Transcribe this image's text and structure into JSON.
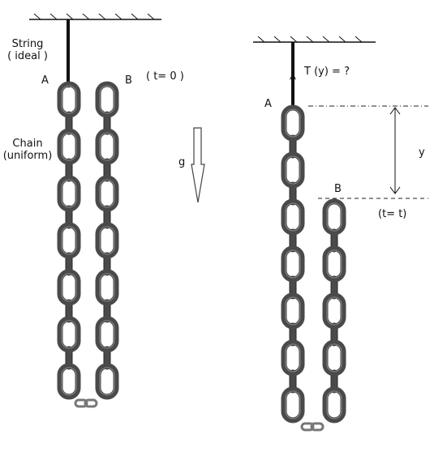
{
  "left_panel": {
    "string_label": "String",
    "string_sub": "( ideal )",
    "chain_label": "Chain",
    "chain_sub": "(uniform)",
    "point_a": "A",
    "point_b": "B",
    "time_label": "( t= 0 )",
    "gravity_label": "g"
  },
  "right_panel": {
    "tension_label": "T (y) = ?",
    "point_a": "A",
    "point_b": "B",
    "y_label": "y",
    "time_label": "(t= t)"
  },
  "colors": {
    "link_fill": "#4a4a4a",
    "link_edge": "#2a2a2a",
    "string": "#111111",
    "ceiling": "#111111"
  }
}
